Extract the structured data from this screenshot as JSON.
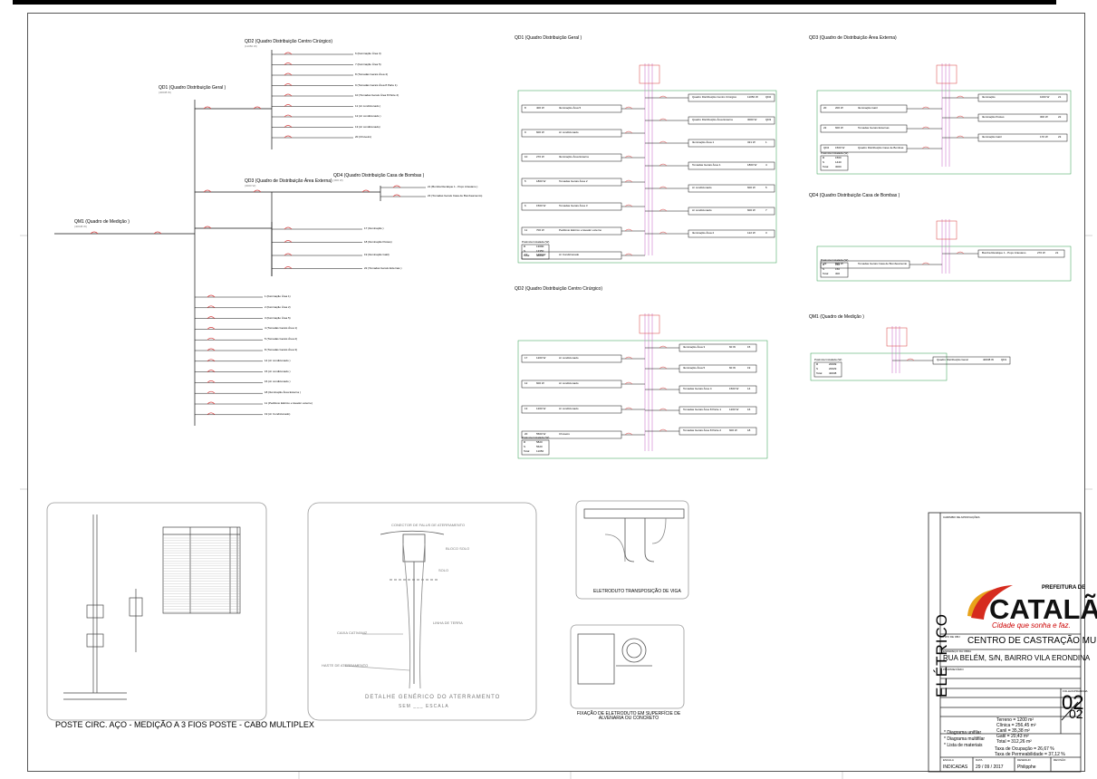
{
  "unifilar": {
    "qm1": {
      "title": "QM1 (Quadro de Medição )",
      "sub": "(40038 W)"
    },
    "qd1": {
      "title": "QD1 (Quadro Distribuição Geral )",
      "sub": "(40038 W)"
    },
    "qd2": {
      "title": "QD2 (Quadro Distribuição Centro Cirúrgico)",
      "sub": "(11050 W)"
    },
    "qd3": {
      "title": "QD3 (Quadro de Distribuição Área Externa)",
      "sub": "(3000 W)"
    },
    "qd4": {
      "title": "QD4 (Quadro Distribuição Casa de Bombas )",
      "sub": "(300 W)"
    },
    "qd2_circuits": [
      "6 (Iluminação Área 3)",
      "7 (Iluminação Área 5)",
      "8 (Tomadas Gerais Área 4)",
      "9 (Tomadas Gerais Área 8 Parte 1)",
      "10 (Tomadas Gerais Área 8 Parte 2)",
      "11 (Ar condicionado )",
      "12 (Ar condicionado )",
      "13 (Ar condicionado)",
      "20 (Chuveiro)"
    ],
    "qd3_circuits": [
      "17 (Iluminação )",
      "18 (Iluminação Postes)",
      "19 (Iluminação Gatil)",
      "22 (Tomadas Gerais Externas )"
    ],
    "qd4_circuits": [
      "21 (Bomba Recalque 1 - Poço Artesiano )",
      "23 (Tomadas Gerais Casa de Bombeamento)"
    ],
    "qd1_circuits": [
      "1 (Iluminação Área 1)",
      "2 (Iluminação Área 2)",
      "3 (Iluminação Área 5)",
      "4 (Tomadas Gerais Área 1)",
      "5 (Tomadas Gerais Área 2)",
      "8 (Tomadas Gerais Área 3)",
      "14 (Ar condicionado )",
      "15 (Ar condicionado )",
      "16 (Ar condicionado )",
      "18 (Iluminação Área Externa )",
      "11 (Pedilúvio Elétrico e lavador externo)",
      "19 (Ar Condicionado)"
    ]
  },
  "multifilar": {
    "qd1": {
      "title": "QD1 (Quadro Distribuição Geral )",
      "right": [
        {
          "label": "Quadro Distribuição Centro Cirúrgico",
          "w": "11050 W",
          "id": "QD2"
        },
        {
          "label": "Quadro Distribuição Área Externa",
          "w": "3000 W",
          "id": "QD3"
        },
        {
          "label": "Iluminação Área 1",
          "w": "321 W",
          "id": "1"
        },
        {
          "label": "Tomadas Gerais Área 1",
          "w": "1800 W",
          "id": "4"
        },
        {
          "label": "Ar condicionado",
          "w": "600 W",
          "id": "5"
        },
        {
          "label": "Ar condicionado",
          "w": "600 W",
          "id": "7"
        },
        {
          "label": "Iluminação Área 2",
          "w": "122 W",
          "id": "3"
        }
      ],
      "left": [
        {
          "n": "8",
          "w": "400 W",
          "label": "Iluminação Área 5"
        },
        {
          "n": "9",
          "w": "600 W",
          "label": "Ar condicionado"
        },
        {
          "n": "10",
          "w": "270 W",
          "label": "Iluminação Área Externa"
        },
        {
          "n": "5",
          "w": "1800 W",
          "label": "Tomadas Gerais Área 2"
        },
        {
          "n": "6",
          "w": "1500 W",
          "label": "Tomadas Gerais Área 3"
        },
        {
          "n": "11",
          "w": "700 W",
          "label": "Pedilúvio Elétrico e lavador externo"
        },
        {
          "n": "19",
          "w": "1200 W",
          "label": "Ar Condicionado"
        }
      ],
      "pot_title": "Potência Instalada (W)",
      "pot": [
        [
          "R",
          "13090"
        ],
        [
          "S",
          "13350"
        ],
        [
          "Total",
          "40038"
        ]
      ]
    },
    "qd2": {
      "title": "QD2 (Quadro Distribuição Centro Cirúrgico)",
      "right": [
        {
          "label": "Iluminação Área 3",
          "w": "60 W",
          "id": "15"
        },
        {
          "label": "Iluminação Área 5",
          "w": "60 W",
          "id": "19"
        },
        {
          "label": "Tomadas Gerais Área 4",
          "w": "1500 W",
          "id": "14"
        },
        {
          "label": "Tomadas Gerais Área 8 Parte 1",
          "w": "1200 W",
          "id": "16"
        },
        {
          "label": "Tomadas Gerais Área 8 Parte 2",
          "w": "600 W",
          "id": "18"
        }
      ],
      "left": [
        {
          "n": "17",
          "w": "1200 W",
          "label": "Ar condicionado"
        },
        {
          "n": "12",
          "w": "600 W",
          "label": "Ar condicionado"
        },
        {
          "n": "13",
          "w": "1200 W",
          "label": "Ar condicionado"
        },
        {
          "n": "20",
          "w": "5500 W",
          "label": "Chuveiro"
        }
      ],
      "pot_title": "Potência Instalada (W)",
      "pot": [
        [
          "R",
          "5820"
        ],
        [
          "S",
          "5620"
        ],
        [
          "Total",
          "11050"
        ]
      ]
    },
    "qd3": {
      "title": "QD3 (Quadro de Distribuição Área Externa)",
      "right": [
        {
          "label": "Iluminação",
          "w": "1000 W",
          "id": "21"
        },
        {
          "label": "Iluminação Postes",
          "w": "300 W",
          "id": "22"
        },
        {
          "label": "Iluminação Gatil",
          "w": "170 W",
          "id": "23"
        }
      ],
      "left": [
        {
          "n": "20",
          "w": "200 W",
          "label": "Iluminação Gatil"
        },
        {
          "n": "22",
          "w": "600 W",
          "label": "Tomadas Gerais Externas"
        },
        {
          "n": "QD4",
          "w": "1500 W",
          "label": "Quadro Distribuição Casa de Bombas"
        }
      ],
      "pot_title": "Potência Instalada (W)",
      "pot": [
        [
          "R",
          "1560"
        ],
        [
          "S",
          "1440"
        ],
        [
          "Total",
          "3000"
        ]
      ]
    },
    "qd4": {
      "title": "QD4 (Quadro Distribuição Casa de Bombas )",
      "right": [
        {
          "label": "Bomba Recalque 1 - Poço Artesiano",
          "w": "270 W",
          "id": "21"
        }
      ],
      "left": [
        {
          "n": "23",
          "w": "500 W",
          "label": "Tomadas Gerais Casa de Bombeamento"
        }
      ],
      "pot_title": "Potência Instalada (W)",
      "pot": [
        [
          "R",
          "150"
        ],
        [
          "S",
          "150"
        ],
        [
          "Total",
          "300"
        ]
      ]
    },
    "qm1": {
      "title": "QM1 (Quadro de Medição )",
      "right": [
        {
          "label": "Quadro Distribuição Geral",
          "w": "40038 W",
          "id": "QD1"
        }
      ],
      "pot_title": "Potência Instalada (W)",
      "pot": [
        [
          "R",
          "20009"
        ],
        [
          "S",
          "20029"
        ],
        [
          "Total",
          "40038"
        ]
      ]
    }
  },
  "details": {
    "poste_title": "POSTE CIRC. AÇO - MEDIÇÃO A 3 FIOS POSTE - CABO MULTIPLEX",
    "ground_title": "DETALHE GENÉRICO DO ATERRAMENTO",
    "ground_sub": "SEM ___ ESCALA",
    "ground_labels": [
      "CONECTOR DE FALUS DE ATERRAMENTO",
      "BLOCO SOLO",
      "SOLO",
      "LINHA DE TERRA",
      "CAIXA CATIVANIZ",
      "HASTE DE ATERRAMENTO"
    ],
    "eletroduto_title": "ELETRODUTO TRANSPOSIÇÃO DE VIGA",
    "fixacao_title": "FIXAÇÃO DE ELETRODUTO EM SUPERFÍCIE DE ALVENARIA OU CONCRETO"
  },
  "titleblock": {
    "carimbo": "CARIMBO DE APROVAÇÕES",
    "logo_pref": "PREFEITURA DE",
    "logo_name": "CATALÃO",
    "logo_slogan": "Cidade que sonha e faz.",
    "tipo_label": "TIPO DE OBJ",
    "obra": "CENTRO DE CASTRAÇÃO MUNICIPAL",
    "endereco_label": "ENDEREÇO DA OBRA",
    "endereco": "RUA BELÉM, S/N, BAIRRO VILA ERONDINA",
    "proprietario_label": "PROPRIETÁRIO",
    "disciplina": "ELÉTRICO",
    "folhas_label": "FOLHAS/PRANCHA",
    "folha_num": "02",
    "folha_total": "02",
    "conteudo": [
      "* Diagrama unifilar",
      "* Diagrama multifilar",
      "* Lista de materiais"
    ],
    "areas": [
      "Terreno = 1200 m²",
      "Clínica = 256,45 m²",
      "Canil = 35,38 m²",
      "Gatil = 20,43 m²",
      "Total = 312,26 m²"
    ],
    "taxas": [
      "Taxa de Ocupação = 26,67 %",
      "Taxa de Permeabilidade = 37,12 %"
    ],
    "escala_label": "ESCALA",
    "escala": "INDICADAS",
    "data_label": "DATA",
    "data": "29 / 09 / 2017",
    "desenho_label": "DESENHO",
    "desenho": "Philipphe",
    "revisao_label": "REVISÃO"
  },
  "colors": {
    "breaker": "#d83b3b",
    "bus_magenta": "#c35ec3",
    "ground_green": "#2f9e4a",
    "line": "#111111"
  }
}
